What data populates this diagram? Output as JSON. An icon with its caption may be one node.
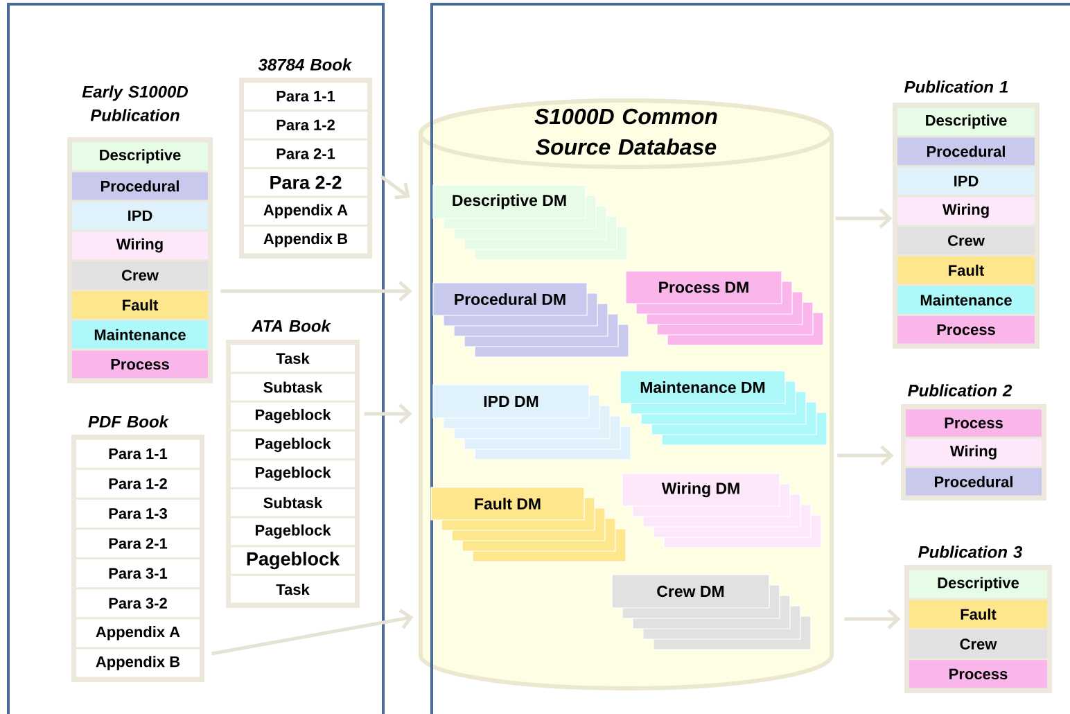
{
  "diagram": {
    "nodes": [
      {
        "text": [
          "Early S1000D Publication"
        ]
      },
      {
        "text": [
          "Descriptive"
        ],
        "in": 0
      },
      {
        "text": [
          "Procedural"
        ],
        "in": 0
      },
      {
        "text": [
          "IPD"
        ],
        "in": 0
      },
      {
        "text": [
          "Wiring"
        ],
        "in": 0
      },
      {
        "text": [
          "Crew"
        ],
        "in": 0
      },
      {
        "text": [
          "Fault"
        ],
        "in": 0
      },
      {
        "text": [
          "Maintenance"
        ],
        "in": 0
      },
      {
        "text": [
          "Process"
        ],
        "in": 0
      },
      {
        "text": [
          "38784 Book"
        ]
      },
      {
        "text": [
          "Para 1-1"
        ],
        "in": 9
      },
      {
        "text": [
          "Para 1-2"
        ],
        "in": 9
      },
      {
        "text": [
          "Para 2-1"
        ],
        "in": 9
      },
      {
        "text": [
          "Para 2-2"
        ],
        "in": 9
      },
      {
        "text": [
          "Appendix A"
        ],
        "in": 9
      },
      {
        "text": [
          "Appendix B"
        ],
        "in": 9
      },
      {
        "text": [
          "ATA Book"
        ]
      },
      {
        "text": [
          "Task"
        ],
        "in": 16
      },
      {
        "text": [
          "Subtask"
        ],
        "in": 16
      },
      {
        "text": [
          "Pageblock"
        ],
        "in": 16
      },
      {
        "text": [
          "Pageblock"
        ],
        "in": 16
      },
      {
        "text": [
          "Pageblock"
        ],
        "in": 16
      },
      {
        "text": [
          "Subtask"
        ],
        "in": 16
      },
      {
        "text": [
          "Pageblock"
        ],
        "in": 16
      },
      {
        "text": [
          "Pageblock"
        ],
        "in": 16
      },
      {
        "text": [
          "Task"
        ],
        "in": 16
      },
      {
        "text": [
          "PDF Book"
        ]
      },
      {
        "text": [
          "Para 1-1"
        ],
        "in": 26
      },
      {
        "text": [
          "Para 1-2"
        ],
        "in": 26
      },
      {
        "text": [
          "Para 1-3"
        ],
        "in": 26
      },
      {
        "text": [
          "Para 2-1"
        ],
        "in": 26
      },
      {
        "text": [
          "Para 3-1"
        ],
        "in": 26
      },
      {
        "text": [
          "Para 3-2"
        ],
        "in": 26
      },
      {
        "text": [
          "Appendix A"
        ],
        "in": 26
      },
      {
        "text": [
          "Appendix B"
        ],
        "in": 26
      },
      {
        "text": [
          "S1000D Common Source Database"
        ]
      },
      {
        "text": [
          "Descriptive DM"
        ],
        "in": 35
      },
      {
        "text": [
          "Procedural DM"
        ],
        "in": 35
      },
      {
        "text": [
          "Process DM"
        ],
        "in": 35
      },
      {
        "text": [
          "IPD DM"
        ],
        "in": 35
      },
      {
        "text": [
          "Maintenance DM"
        ],
        "in": 35
      },
      {
        "text": [
          "Fault DM"
        ],
        "in": 35
      },
      {
        "text": [
          "Wiring DM"
        ],
        "in": 35
      },
      {
        "text": [
          "Crew DM"
        ],
        "in": 35
      },
      {
        "text": [
          "Publication 1"
        ]
      },
      {
        "text": [
          "Descriptive"
        ],
        "in": 44
      },
      {
        "text": [
          "Procedural"
        ],
        "in": 44
      },
      {
        "text": [
          "IPD"
        ],
        "in": 44
      },
      {
        "text": [
          "Wiring"
        ],
        "in": 44
      },
      {
        "text": [
          "Crew"
        ],
        "in": 44
      },
      {
        "text": [
          "Fault"
        ],
        "in": 44
      },
      {
        "text": [
          "Maintenance"
        ],
        "in": 44
      },
      {
        "text": [
          "Process"
        ],
        "in": 44
      },
      {
        "text": [
          "Publication 2"
        ]
      },
      {
        "text": [
          "Process"
        ],
        "in": 53
      },
      {
        "text": [
          "Wiring"
        ],
        "in": 53
      },
      {
        "text": [
          "Procedural"
        ],
        "in": 53
      },
      {
        "text": [
          "Publication 3"
        ]
      },
      {
        "text": [
          "Descriptive"
        ],
        "in": 57
      },
      {
        "text": [
          "Fault"
        ],
        "in": 57
      },
      {
        "text": [
          "Crew"
        ],
        "in": 57
      },
      {
        "text": [
          "Process"
        ],
        "in": 57
      }
    ],
    "edges": [
      {
        "from": 9,
        "to": 35,
        "arrow": "to"
      },
      {
        "from": 0,
        "to": 35,
        "arrow": "to"
      },
      {
        "from": 16,
        "to": 35,
        "arrow": "to"
      },
      {
        "from": 26,
        "to": 35,
        "arrow": "to"
      },
      {
        "from": 35,
        "to": 44,
        "arrow": "to"
      },
      {
        "from": 35,
        "to": 53,
        "arrow": "to"
      },
      {
        "from": 35,
        "to": 57,
        "arrow": "to"
      }
    ]
  }
}
